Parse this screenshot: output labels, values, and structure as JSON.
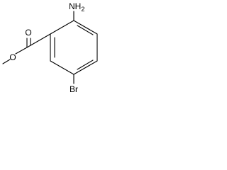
{
  "molecule": {
    "atom_labels": {
      "amine": {
        "main": "NH",
        "subscript": "2"
      },
      "carbonyl_oxygen": "O",
      "ester_oxygen": "O",
      "bromine": "Br"
    },
    "colors": {
      "bond": "#000000",
      "label": "#000000",
      "background": "#ffffff"
    }
  }
}
